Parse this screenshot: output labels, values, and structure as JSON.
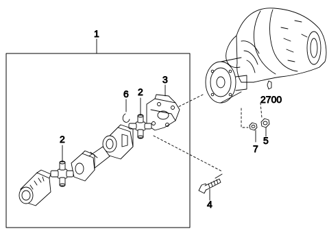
{
  "callouts": {
    "c1": "1",
    "c2a": "2",
    "c2b": "2",
    "c3": "3",
    "c4": "4",
    "c5": "5",
    "c6": "6",
    "c7": "7"
  },
  "reference": {
    "part_number": "2700"
  }
}
